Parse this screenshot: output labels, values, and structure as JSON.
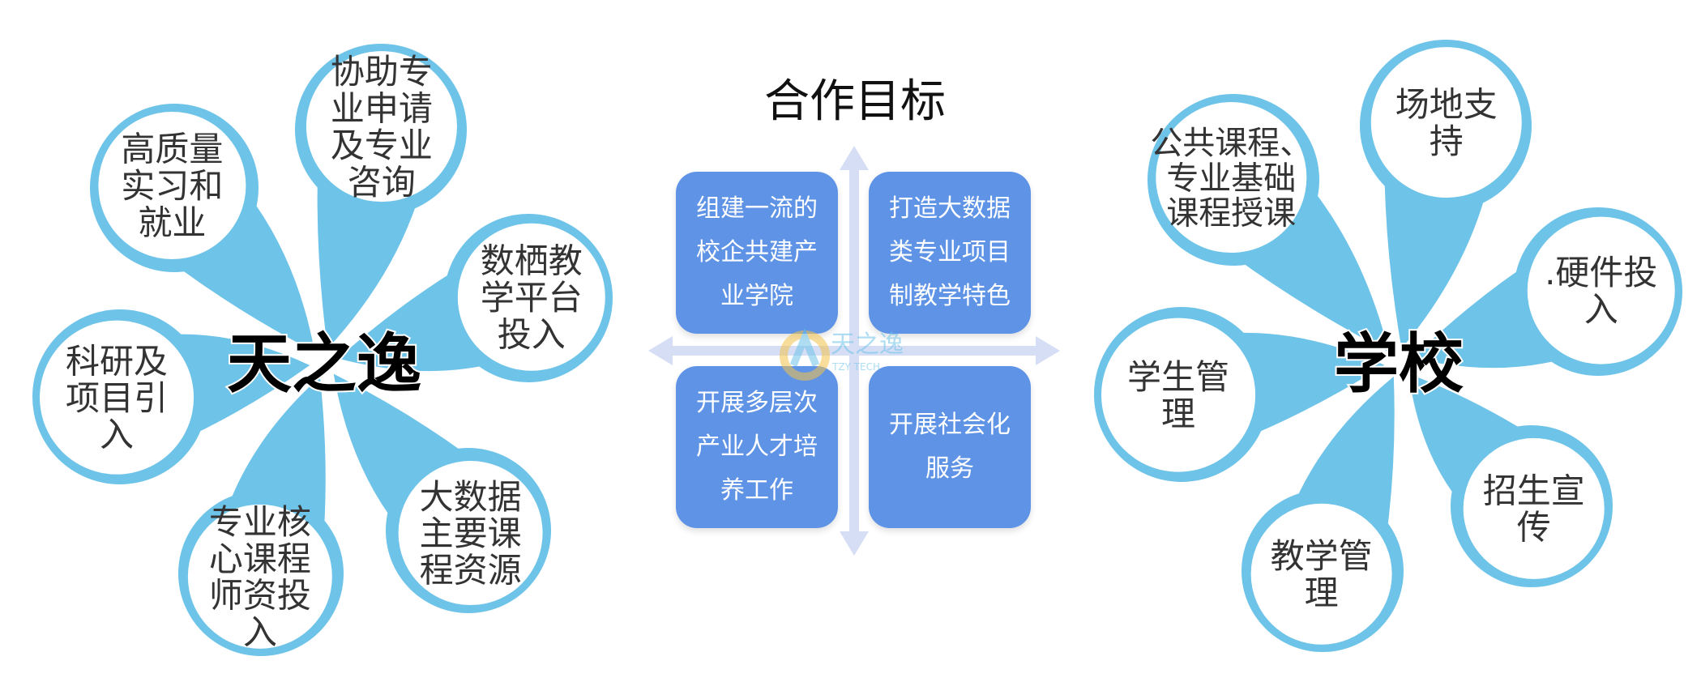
{
  "left_hub": {
    "label": "天之逸",
    "petals": [
      {
        "id": "internship",
        "lines": [
          "高质量",
          "实习和",
          "就业"
        ]
      },
      {
        "id": "major-consult",
        "lines": [
          "协助专",
          "业申请",
          "及专业",
          "咨询"
        ]
      },
      {
        "id": "platform",
        "lines": [
          "数栖教",
          "学平台",
          "投入"
        ]
      },
      {
        "id": "curriculum-resources",
        "lines": [
          "大数据",
          "主要课",
          "程资源"
        ]
      },
      {
        "id": "core-faculty",
        "lines": [
          "专业核",
          "心课程",
          "师资投",
          "入"
        ]
      },
      {
        "id": "research",
        "lines": [
          "科研及",
          "项目引",
          "入"
        ]
      }
    ]
  },
  "right_hub": {
    "label": "学校",
    "petals": [
      {
        "id": "public-courses",
        "lines": [
          "公共课程、",
          "专业基础",
          "课程授课"
        ]
      },
      {
        "id": "venue",
        "lines": [
          "场地支",
          "持"
        ]
      },
      {
        "id": "hardware",
        "lines": [
          ".硬件投",
          "入"
        ]
      },
      {
        "id": "enrollment",
        "lines": [
          "招生宣",
          "传"
        ]
      },
      {
        "id": "teaching-mgmt",
        "lines": [
          "教学管",
          "理"
        ]
      },
      {
        "id": "student-mgmt",
        "lines": [
          "学生管",
          "理"
        ]
      }
    ]
  },
  "goals": {
    "title": "合作目标",
    "items": [
      {
        "id": "top-left",
        "lines": [
          "组建一流的",
          "校企共建产",
          "业学院"
        ]
      },
      {
        "id": "top-right",
        "lines": [
          "打造大数据",
          "类专业项目",
          "制教学特色"
        ]
      },
      {
        "id": "bottom-left",
        "lines": [
          "开展多层次",
          "产业人才培",
          "养工作"
        ]
      },
      {
        "id": "bottom-right",
        "lines": [
          "开展社会化",
          "服务"
        ]
      }
    ]
  },
  "watermark": {
    "text": "天之逸",
    "sub": "TZY TECH"
  },
  "colors": {
    "petal_ring": "#6ec3e8",
    "goal_box": "#5e93e6",
    "axis": "#d6def6"
  }
}
